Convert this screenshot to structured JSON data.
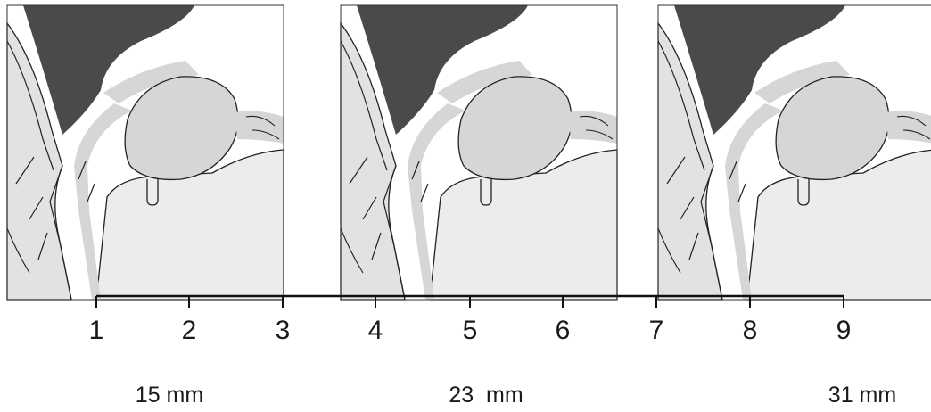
{
  "scale": {
    "ticks": [
      "1",
      "2",
      "3",
      "4",
      "5",
      "6",
      "7",
      "8",
      "9"
    ]
  },
  "panels": [
    {
      "caption": "15 mm"
    },
    {
      "caption": "23  mm"
    },
    {
      "caption": "31 mm"
    }
  ],
  "colors": {
    "dark_region": "#4a4a4a",
    "mid_gray": "#d6d6d6",
    "light_gray": "#ececec",
    "outline": "#222222"
  }
}
